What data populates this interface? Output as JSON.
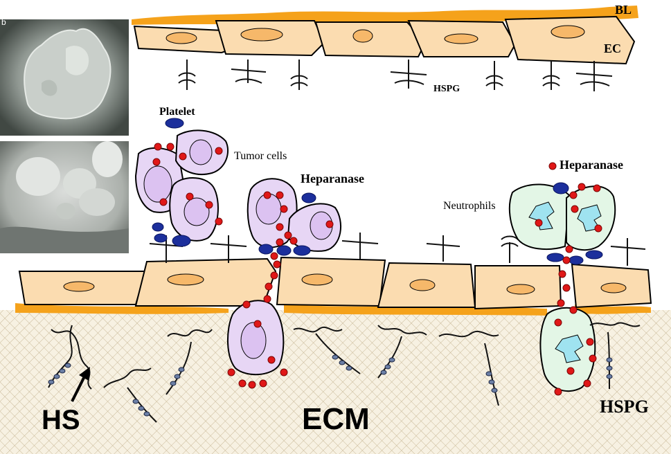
{
  "labels": {
    "bl": "BL",
    "ec": "EC",
    "hspg_top": "HSPG",
    "platelet": "Platelet",
    "tumor_cells": "Tumor cells",
    "heparanase_left": "Heparanase",
    "heparanase_right": "Heparanase",
    "neutrophils": "Neutrophils",
    "hs": "HS",
    "ecm": "ECM",
    "hspg_bottom": "HSPG"
  },
  "colors": {
    "endothelial_cell": "#fbdcb0",
    "nucleus": "#f6b86a",
    "basal_lamina": "#f5a21b",
    "tumor_cell": "#e7d6f5",
    "neutrophil": "#e3f6e6",
    "neutrophil_nucleus": "#9fe3f0",
    "platelet": "#1c2f9c",
    "heparanase": "#e01818",
    "ecm_fill": "#f5efe0"
  },
  "icons": [
    "sem-micrograph-tumor-cell",
    "sem-micrograph-cell-cluster",
    "hs-chain-icon",
    "heparanase-dot-icon",
    "platelet-icon"
  ]
}
